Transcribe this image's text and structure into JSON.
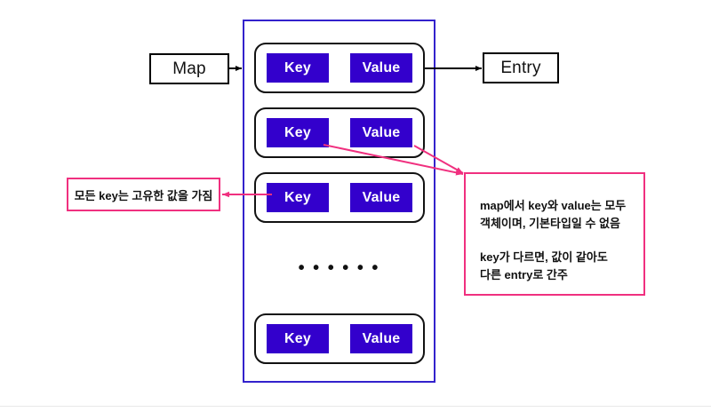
{
  "diagram": {
    "title_nodes": {
      "map_label": "Map",
      "entry_label": "Entry"
    },
    "container": {
      "border_color": "#3322cc"
    },
    "entry_rows": [
      {
        "key_label": "Key",
        "value_label": "Value"
      },
      {
        "key_label": "Key",
        "value_label": "Value"
      },
      {
        "key_label": "Key",
        "value_label": "Value"
      },
      {
        "key_label": "Key",
        "value_label": "Value"
      }
    ],
    "ellipsis": "• • • • • •",
    "notes": {
      "left": "모든 key는 고유한 값을 가짐",
      "right_paragraph_1": "map에서 key와 value는 모두\n객체이며, 기본타입일 수 없음",
      "right_paragraph_2": "key가 다르면, 값이 같아도\n다른 entry로 간주"
    },
    "colors": {
      "kv_blue": "#3300cc",
      "annotation_pink": "#f0307f",
      "node_black": "#000000",
      "background": "#ffffff"
    }
  }
}
